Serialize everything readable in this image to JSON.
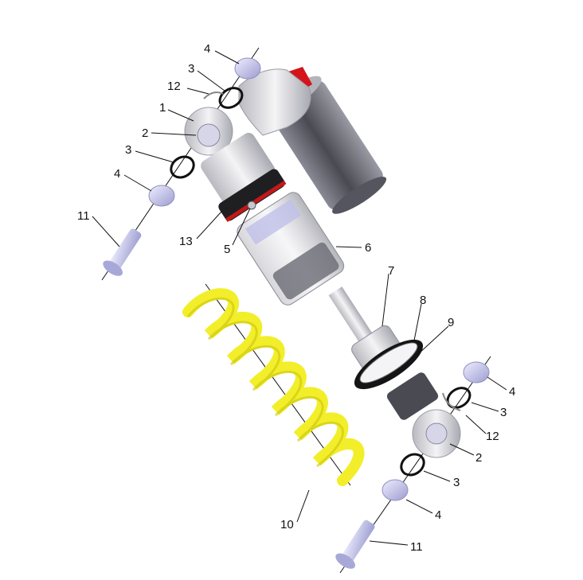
{
  "callouts": {
    "c4_top": "4",
    "c3_top": "3",
    "c12_top": "12",
    "c1": "1",
    "c2_top": "2",
    "c3_mid": "3",
    "c4_left": "4",
    "c11_top": "11",
    "c13": "13",
    "c5": "5",
    "c6": "6",
    "c7": "7",
    "c8": "8",
    "c9": "9",
    "c4_right": "4",
    "c3_right": "3",
    "c12_right": "12",
    "c2_bottom": "2",
    "c3_bottom": "3",
    "c4_bottom": "4",
    "c10": "10",
    "c11_bottom": "11"
  },
  "colors": {
    "spring": "#f2ee2a",
    "spring_shadow": "#c9c40e",
    "reservoir": "#6e6e78",
    "body_silver": "#d8d8dd",
    "cap_red": "#d4141a",
    "part_lavender": "#c9c9ee",
    "seal_black": "#1a1a1a"
  }
}
